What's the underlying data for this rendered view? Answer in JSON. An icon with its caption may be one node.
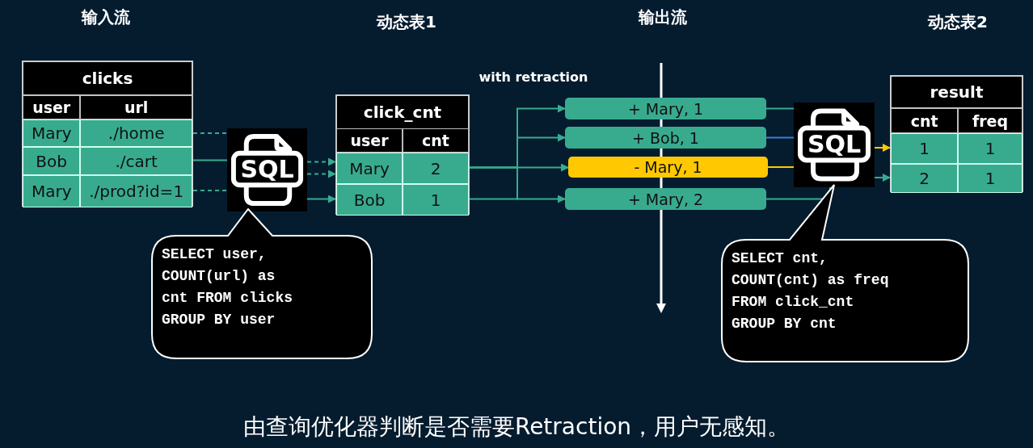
{
  "diagram": {
    "caption": "由查询优化器判断是否需要Retraction，用户无感知。",
    "nodes": [
      {
        "text": [
          "clicks"
        ]
      },
      {
        "text": [
          "user",
          "url"
        ],
        "in": 0
      },
      {
        "text": [
          "Mary",
          "./home"
        ],
        "in": 0
      },
      {
        "text": [
          "Bob",
          "./cart"
        ],
        "in": 0
      },
      {
        "text": [
          "Mary",
          "./prod?id=1"
        ],
        "in": 0
      },
      {
        "text": [
          "SQL"
        ]
      },
      {
        "text": [
          "SELECT user, COUNT(url) as cnt FROM clicks GROUP BY user"
        ]
      },
      {
        "text": [
          "click_cnt"
        ]
      },
      {
        "text": [
          "user",
          "cnt"
        ],
        "in": 7
      },
      {
        "text": [
          "Mary",
          "2"
        ],
        "in": 7
      },
      {
        "text": [
          "Bob",
          "1"
        ],
        "in": 7
      },
      {
        "text": [
          "+ Mary, 1"
        ]
      },
      {
        "text": [
          "+ Bob, 1"
        ]
      },
      {
        "text": [
          "- Mary, 1"
        ]
      },
      {
        "text": [
          "+ Mary, 2"
        ]
      },
      {
        "text": [
          "SQL"
        ]
      },
      {
        "text": [
          "SELECT cnt, COUNT(cnt) as freq FROM click_cnt GROUP BY cnt"
        ]
      },
      {
        "text": [
          "result"
        ]
      },
      {
        "text": [
          "cnt",
          "freq"
        ],
        "in": 17
      },
      {
        "text": [
          "1",
          "1"
        ],
        "in": 17
      },
      {
        "text": [
          "2",
          "1"
        ],
        "in": 17
      }
    ],
    "edges": [
      {
        "from": 2,
        "to": 5,
        "arrow": "none",
        "style": "dashed"
      },
      {
        "from": 3,
        "to": 5,
        "arrow": "none"
      },
      {
        "from": 4,
        "to": 5,
        "arrow": "none",
        "style": "dashed"
      },
      {
        "from": 5,
        "to": 9,
        "arrow": "to",
        "style": "dashed"
      },
      {
        "from": 5,
        "to": 9,
        "arrow": "to",
        "style": "dashed"
      },
      {
        "from": 5,
        "to": 10,
        "arrow": "to"
      },
      {
        "from": 9,
        "to": 11,
        "arrow": "to"
      },
      {
        "from": 10,
        "to": 12,
        "arrow": "to"
      },
      {
        "from": 9,
        "to": 13,
        "arrow": "to"
      },
      {
        "from": 9,
        "to": 14,
        "arrow": "to"
      },
      {
        "from": 11,
        "to": 15,
        "arrow": "none"
      },
      {
        "from": 12,
        "to": 15,
        "arrow": "none",
        "color": "#3b7ddd"
      },
      {
        "from": 13,
        "to": 15,
        "arrow": "none",
        "color": "#ffc800"
      },
      {
        "from": 14,
        "to": 15,
        "arrow": "none"
      },
      {
        "from": 15,
        "to": 19,
        "arrow": "to",
        "color": "#ffc800"
      },
      {
        "from": 15,
        "to": 20,
        "arrow": "to"
      }
    ],
    "labels": [
      "输入流",
      "动态表1",
      "输出流",
      "动态表2",
      "with retraction"
    ]
  }
}
